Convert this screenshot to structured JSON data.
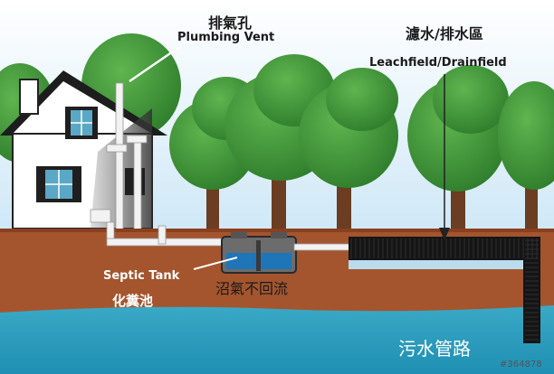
{
  "labels": {
    "vent_cn": "排氣孔",
    "vent_en": "Plumbing Vent",
    "drain_cn": "濾水/排水區",
    "drain_en": "Leachfield/Drainfield",
    "tank_en": "Septic Tank",
    "tank_cn": "化糞池",
    "gas_cn": "沼氣不回流",
    "sewer_cn": "污水管路",
    "stock_id": "#364878"
  },
  "colors": {
    "sky": "#dff0fb",
    "soil": "#a4552e",
    "groundwater": "#2e9fbe",
    "tree_leaves": "#3e9a3a",
    "pipe": "#f2f2f2",
    "house": "#ffffff"
  }
}
